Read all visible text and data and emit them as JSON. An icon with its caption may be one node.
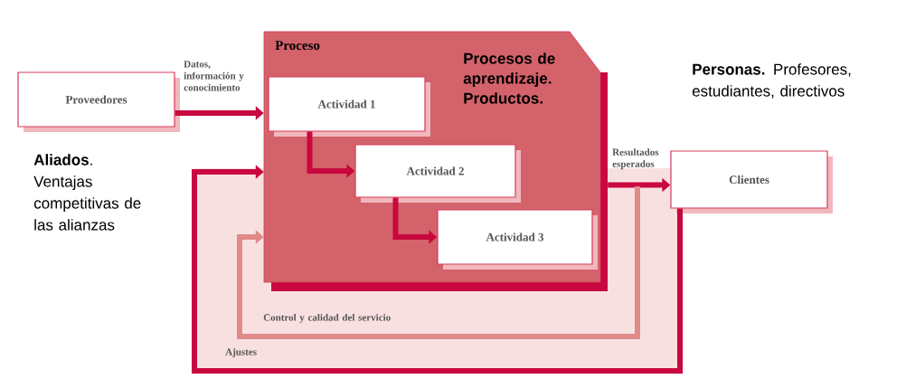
{
  "diagram": {
    "nodes": [
      {
        "text": [
          "Proveedores"
        ]
      },
      {
        "text": [
          "Proceso",
          "Procesos de aprendizaje. Productos."
        ]
      },
      {
        "text": [
          "Actividad 1"
        ],
        "in": 1
      },
      {
        "text": [
          "Actividad 2"
        ],
        "in": 1
      },
      {
        "text": [
          "Actividad 3"
        ],
        "in": 1
      },
      {
        "text": [
          "Clientes"
        ]
      }
    ],
    "edges": [
      {
        "from": 0,
        "to": 1,
        "arrow": "to",
        "label": "Datos, información y conocimiento"
      },
      {
        "from": 2,
        "to": 3,
        "arrow": "to"
      },
      {
        "from": 3,
        "to": 4,
        "arrow": "to"
      },
      {
        "from": 1,
        "to": 5,
        "arrow": "to",
        "label": "Resultados esperados"
      },
      {
        "from": null,
        "to": 1,
        "arrow": "to",
        "label": "Control y calidad del servicio",
        "color": "#e08a8a"
      },
      {
        "from": 5,
        "to": 1,
        "arrow": "to",
        "label": "Ajustes"
      }
    ],
    "labels": [
      "**Personas.** Profesores, estudiantes, directivos",
      "**Aliados**. Ventajas competitivas de las alianzas"
    ]
  }
}
